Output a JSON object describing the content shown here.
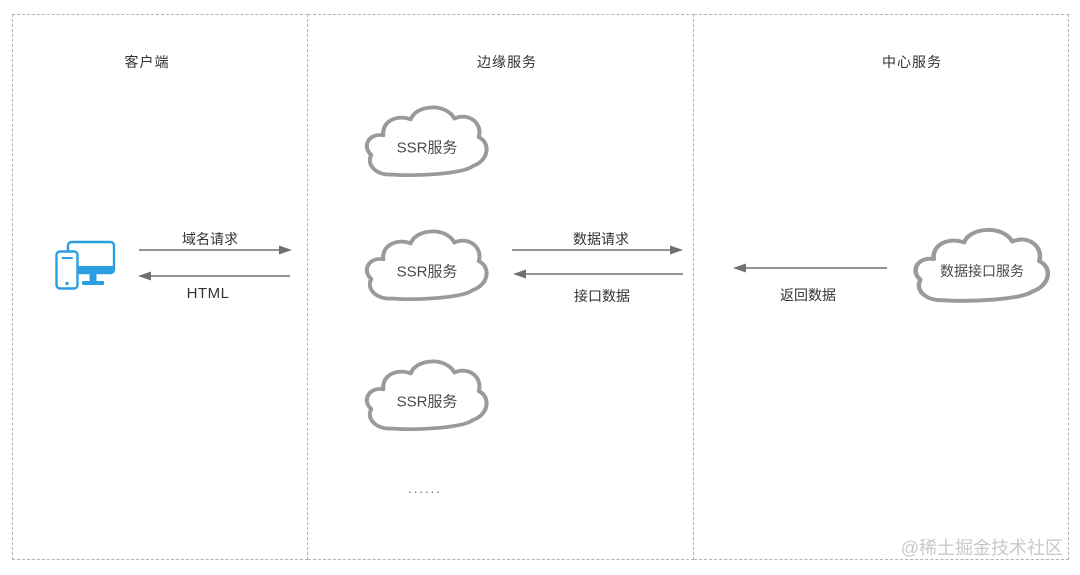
{
  "diagram": {
    "panels": [
      {
        "title": "客户端"
      },
      {
        "title": "边缘服务"
      },
      {
        "title": "中心服务"
      }
    ],
    "client_device": {
      "icon": "devices-icon"
    },
    "edge_services": {
      "clouds": [
        {
          "label": "SSR服务"
        },
        {
          "label": "SSR服务"
        },
        {
          "label": "SSR服务"
        }
      ],
      "ellipsis": "......"
    },
    "center_service": {
      "cloud_label": "数据接口服务"
    },
    "flows": {
      "domain_request": {
        "label": "域名请求",
        "direction": "right"
      },
      "html_response": {
        "label": "HTML",
        "direction": "left"
      },
      "data_request": {
        "label": "数据请求",
        "direction": "right"
      },
      "api_data": {
        "label": "接口数据",
        "direction": "left"
      },
      "return_data": {
        "label": "返回数据",
        "direction": "left"
      }
    },
    "watermark": "@稀土掘金技术社区",
    "colors": {
      "accent_blue": "#2AA0E3",
      "cloud_stroke": "#9A9A9A",
      "arrow": "#707070",
      "panel_border": "#B3B3B3",
      "text": "#333333",
      "watermark": "#C9C9C9"
    }
  }
}
